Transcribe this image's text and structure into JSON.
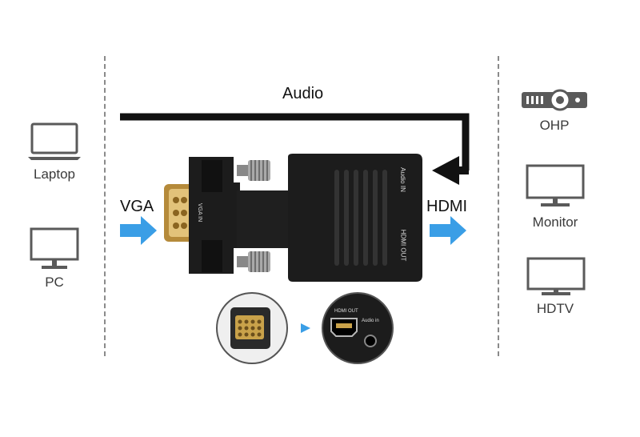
{
  "left_devices": [
    {
      "label": "Laptop",
      "icon": "laptop-icon"
    },
    {
      "label": "PC",
      "icon": "pc-monitor-icon"
    }
  ],
  "right_devices": [
    {
      "label": "OHP",
      "icon": "projector-icon"
    },
    {
      "label": "Monitor",
      "icon": "monitor-icon"
    },
    {
      "label": "HDTV",
      "icon": "hdtv-icon"
    }
  ],
  "signals": {
    "audio": "Audio",
    "input": "VGA",
    "output": "HDMI"
  },
  "adapter": {
    "port_labels": {
      "vga_in": "VGA IN",
      "audio_in": "Audio IN",
      "hdmi_out": "HDMI OUT"
    },
    "detail_labels": {
      "hdmi_out": "HDMI OUT",
      "audio_in": "Audio in"
    }
  },
  "colors": {
    "arrow_blue": "#3a9ee6",
    "audio_path": "#111111",
    "adapter_body": "#1c1c1c",
    "gold": "#c9a24a"
  }
}
